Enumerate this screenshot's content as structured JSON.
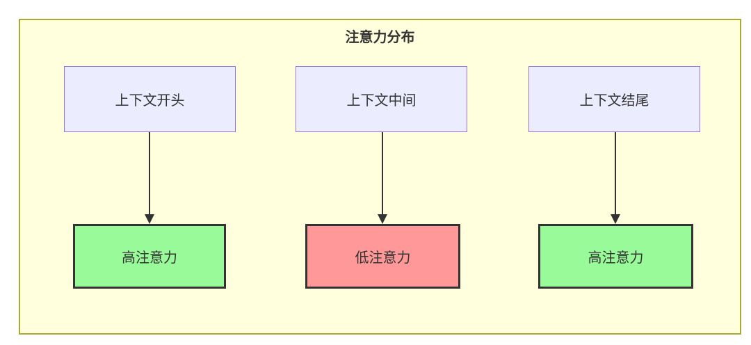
{
  "diagram": {
    "title": "注意力分布",
    "columns": [
      {
        "source": {
          "label": "上下文开头"
        },
        "arrow": {
          "direction": "down"
        },
        "target": {
          "label": "高注意力",
          "level": "high"
        }
      },
      {
        "source": {
          "label": "上下文中间"
        },
        "arrow": {
          "direction": "down"
        },
        "target": {
          "label": "低注意力",
          "level": "low"
        }
      },
      {
        "source": {
          "label": "上下文结尾"
        },
        "arrow": {
          "direction": "down"
        },
        "target": {
          "label": "高注意力",
          "level": "high"
        }
      }
    ],
    "colors": {
      "canvas_fill": "#ffffde",
      "canvas_border": "#aaaa33",
      "source_fill": "#ececff",
      "source_border": "#9370db",
      "high_attention_fill": "#99fa99",
      "low_attention_fill": "#ff9999",
      "result_border": "#333333",
      "arrow": "#333333",
      "text": "#333333"
    }
  }
}
